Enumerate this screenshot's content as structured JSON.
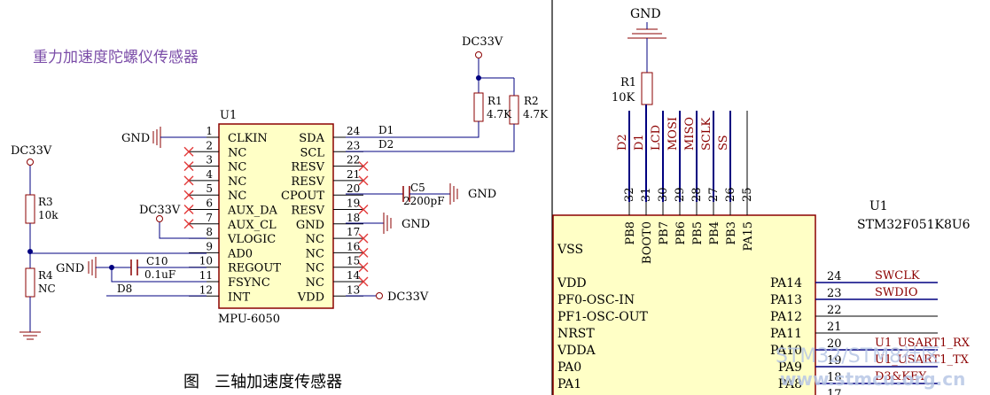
{
  "colors": {
    "wire": "#000080",
    "part": "#8b0000",
    "component": "#8b0000",
    "text": "#000000",
    "title": "#7b4da8",
    "chip_fill": "#ffffc6",
    "nc_mark": "#e23b3b",
    "watermark": "#b8c7e6"
  },
  "left": {
    "title": "重力加速度陀螺仪传感器",
    "caption": "图   三轴加速度传感器",
    "u1": {
      "ref": "U1",
      "name": "MPU-6050",
      "pins_left": [
        {
          "num": "1",
          "name": "CLKIN"
        },
        {
          "num": "2",
          "name": "NC"
        },
        {
          "num": "3",
          "name": "NC"
        },
        {
          "num": "4",
          "name": "NC"
        },
        {
          "num": "5",
          "name": "NC"
        },
        {
          "num": "6",
          "name": "AUX_DA"
        },
        {
          "num": "7",
          "name": "AUX_CL"
        },
        {
          "num": "8",
          "name": "VLOGIC"
        },
        {
          "num": "9",
          "name": "AD0"
        },
        {
          "num": "10",
          "name": "REGOUT"
        },
        {
          "num": "11",
          "name": "FSYNC"
        },
        {
          "num": "12",
          "name": "INT"
        }
      ],
      "pins_right": [
        {
          "num": "24",
          "name": "SDA"
        },
        {
          "num": "23",
          "name": "SCL"
        },
        {
          "num": "22",
          "name": "RESV"
        },
        {
          "num": "21",
          "name": "RESV"
        },
        {
          "num": "20",
          "name": "CPOUT"
        },
        {
          "num": "19",
          "name": "RESV"
        },
        {
          "num": "18",
          "name": "GND"
        },
        {
          "num": "17",
          "name": "NC"
        },
        {
          "num": "16",
          "name": "NC"
        },
        {
          "num": "15",
          "name": "NC"
        },
        {
          "num": "14",
          "name": "NC"
        },
        {
          "num": "13",
          "name": "VDD"
        }
      ]
    },
    "labels": {
      "dc33v_top": "DC33V",
      "dc33v_left": "DC33V",
      "dc33v_mid": "DC33V",
      "dc33v_vdd": "DC33V",
      "gnd_clkin": "GND",
      "gnd_c10": "GND",
      "gnd_c5": "GND",
      "gnd_pin18": "GND",
      "r1_ref": "R1",
      "r1_val": "4.7K",
      "r2_ref": "R2",
      "r2_val": "4.7K",
      "r3_ref": "R3",
      "r3_val": "10k",
      "r4_ref": "R4",
      "r4_val": "NC",
      "c5_ref": "C5",
      "c5_val": "2200pF",
      "c10_ref": "C10",
      "c10_val": "0.1uF",
      "d1": "D1",
      "d2": "D2",
      "d8": "D8"
    }
  },
  "right": {
    "gnd": "GND",
    "r1_ref": "R1",
    "r1_val": "10K",
    "u1_ref": "U1",
    "u1_part": "STM32F051K8U6",
    "top_pins": [
      {
        "num": "32",
        "name": "PB8",
        "net": "D2"
      },
      {
        "num": "31",
        "name": "BOOT0",
        "net": "D1"
      },
      {
        "num": "30",
        "name": "PB7",
        "net": "LCD"
      },
      {
        "num": "29",
        "name": "PB6",
        "net": "MOSI"
      },
      {
        "num": "28",
        "name": "PB5",
        "net": "MISO"
      },
      {
        "num": "27",
        "name": "PB4",
        "net": "SCLK"
      },
      {
        "num": "26",
        "name": "PB3",
        "net": "SS"
      },
      {
        "num": "25",
        "name": "PA15",
        "net": ""
      }
    ],
    "left_labels": [
      "VSS",
      "VDD",
      "PF0-OSC-IN",
      "PF1-OSC-OUT",
      "NRST",
      "VDDA",
      "PA0",
      "PA1"
    ],
    "right_pins": [
      {
        "num": "24",
        "name": "PA14",
        "net": "SWCLK"
      },
      {
        "num": "23",
        "name": "PA13",
        "net": "SWDIO"
      },
      {
        "num": "22",
        "name": "PA12",
        "net": ""
      },
      {
        "num": "21",
        "name": "PA11",
        "net": ""
      },
      {
        "num": "20",
        "name": "PA10",
        "net": "U1_USART1_RX"
      },
      {
        "num": "19",
        "name": "PA9",
        "net": "U1_USART1_TX"
      },
      {
        "num": "18",
        "name": "PA8",
        "net": "D3&KEY"
      },
      {
        "num": "17",
        "name": "",
        "net": ""
      }
    ],
    "watermark_1": "STM32/STM8社区",
    "watermark_2": "www.stmcu.org.cn"
  }
}
